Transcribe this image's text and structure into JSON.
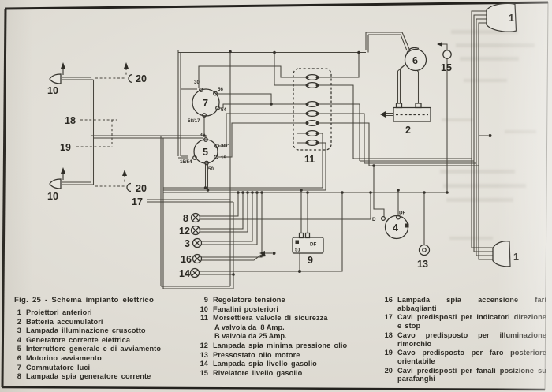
{
  "figure": {
    "caption": "Fig. 25 - Schema impianto elettrico"
  },
  "legend": {
    "col1": [
      {
        "num": "1",
        "label": "Proiettori anteriori"
      },
      {
        "num": "2",
        "label": "Batteria accumulatori"
      },
      {
        "num": "3",
        "label": "Lampada illuminazione cruscotto"
      },
      {
        "num": "4",
        "label": "Generatore corrente elettrica"
      },
      {
        "num": "5",
        "label": "Interruttore generale e di avviamento"
      },
      {
        "num": "6",
        "label": "Motorino avviamento"
      },
      {
        "num": "7",
        "label": "Commutatore luci"
      },
      {
        "num": "8",
        "label": "Lampada spia generatore corrente"
      }
    ],
    "col2": [
      {
        "num": "9",
        "label": "Regolatore tensione"
      },
      {
        "num": "10",
        "label": "Fanalini posteriori"
      },
      {
        "num": "11",
        "label": "Morsettiera valvole di sicurezza",
        "sublines": [
          "A valvola da  8 Amp.",
          "B valvola da 25 Amp."
        ]
      },
      {
        "num": "12",
        "label": "Lampada spia minima pressione olio"
      },
      {
        "num": "13",
        "label": "Pressostato olio motore"
      },
      {
        "num": "14",
        "label": "Lampada spia livello gasolio"
      },
      {
        "num": "15",
        "label": "Rivelatore livello gasolio"
      }
    ],
    "col3": [
      {
        "num": "16",
        "label": "Lampada spia accensione fari abbaglianti"
      },
      {
        "num": "17",
        "label": "Cavi predisposti per indicatori direzione e stop"
      },
      {
        "num": "18",
        "label": "Cavo predisposto per illuminazione rimorchio"
      },
      {
        "num": "19",
        "label": "Cavo predisposto per faro posteriore orientabile"
      },
      {
        "num": "20",
        "label": "Cavi predisposti per fanali posizione su parafanghi"
      }
    ]
  },
  "diagram": {
    "labels": {
      "n1": "1",
      "n2": "2",
      "n3": "3",
      "n4": "4",
      "n5": "5",
      "n6": "6",
      "n7": "7",
      "n8": "8",
      "n9": "9",
      "n10": "10",
      "n11": "11",
      "n12": "12",
      "n13": "13",
      "n14": "14",
      "n15": "15",
      "n16": "16",
      "n17": "17",
      "n18": "18",
      "n19": "19",
      "n20": "20"
    },
    "terminals": {
      "t7_30": "30",
      "t7_56": "56",
      "t7_54": "54",
      "t7_58_17": "58/17",
      "t5_30": "30",
      "t5_30_1": "30/1",
      "t5_15": "15",
      "t5_15_54": "15/54",
      "t5_50": "50",
      "t4_d": "D",
      "t4_df": "DF",
      "t9_df": "DF",
      "t9_51": "51"
    },
    "colors": {
      "ink": "#36342e",
      "paper": "#e3e1da"
    }
  }
}
